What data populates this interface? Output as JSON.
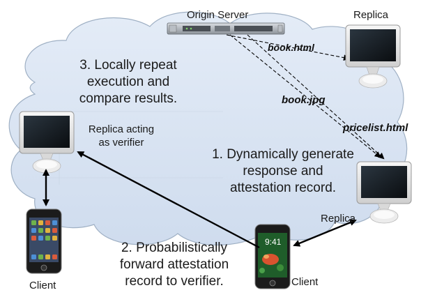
{
  "diagram": {
    "origin_server_label": "Origin Server",
    "replica_top_label": "Replica",
    "replica_right_label": "Replica",
    "verifier_label_line1": "Replica acting",
    "verifier_label_line2": "as verifier",
    "client_left_label": "Client",
    "client_right_label": "Client",
    "phone_time": "9:41",
    "files": {
      "book_html": "book.html",
      "book_jpg": "book.jpg",
      "pricelist_html": "pricelist.html"
    },
    "steps": {
      "step1_line1": "1. Dynamically generate",
      "step1_line2": "response and",
      "step1_line3": "attestation record.",
      "step2_line1": "2. Probabilistically",
      "step2_line2": "forward attestation",
      "step2_line3": "record to verifier.",
      "step3_line1": "3. Locally repeat",
      "step3_line2": "execution and",
      "step3_line3": "compare results."
    }
  }
}
